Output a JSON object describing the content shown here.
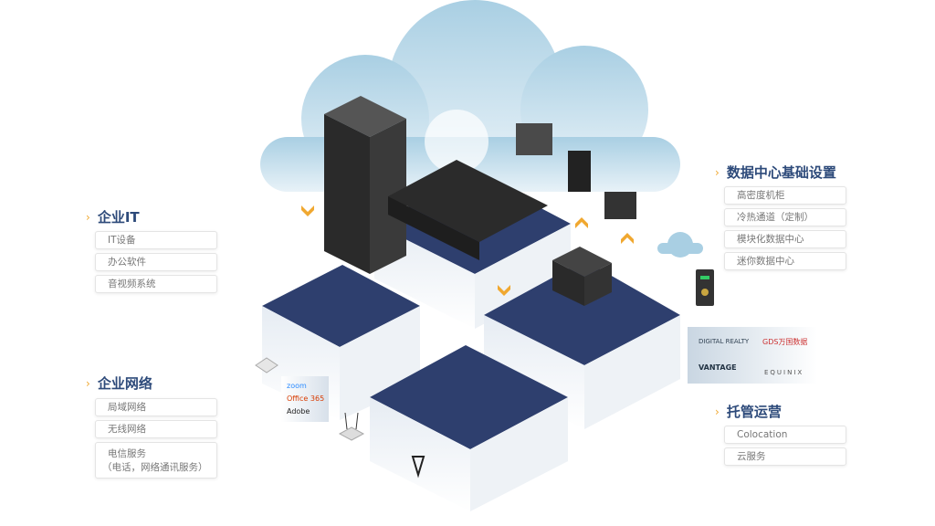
{
  "sections": {
    "enterprise_it": {
      "title": "企业IT",
      "items": [
        "IT设备",
        "办公软件",
        "音视频系统"
      ]
    },
    "enterprise_network": {
      "title": "企业网络",
      "items": [
        "局域网络",
        "无线网络"
      ],
      "telecom": {
        "line1": "电信服务",
        "line2": "（电话，网络通讯服务）"
      }
    },
    "datacenter_infra": {
      "title": "数据中心基础设置",
      "items": [
        "高密度机柜",
        "冷热通道（定制）",
        "模块化数据中心",
        "迷你数据中心"
      ]
    },
    "hosting_ops": {
      "title": "托管运营",
      "items": [
        "Colocation",
        "云服务"
      ]
    }
  },
  "providers": [
    "DIGITAL REALTY",
    "GDS万国数据",
    "VANTAGE",
    "EQUINIX"
  ],
  "apps": [
    "zoom",
    "Office 365",
    "Adobe"
  ],
  "colors": {
    "heading": "#2d4a7a",
    "accent": "#f0a830",
    "platform": "#2e3f6e",
    "cloud": "#a9cfe3"
  }
}
